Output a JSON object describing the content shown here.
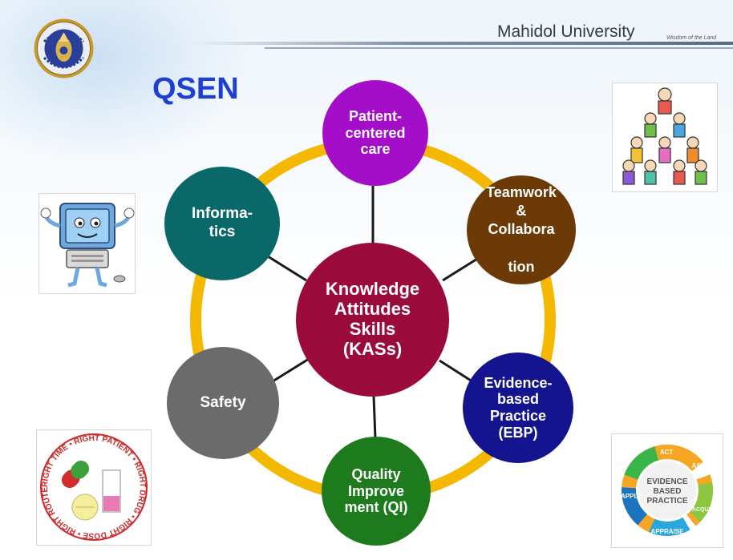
{
  "header": {
    "university": "Mahidol University",
    "tagline": "Wisdom of the Land"
  },
  "title": "QSEN",
  "diagram": {
    "center": "Knowledge\nAttitudes\nSkills\n(KASs)",
    "nodes": {
      "patient_centered_care": "Patient-\ncentered\ncare",
      "teamwork": "Teamwork\n&\nCollabora\n\ntion",
      "ebp": "Evidence-\nbased\nPractice\n(EBP)",
      "quality_improvement": "Quality\nImprove\nment (QI)",
      "safety": "Safety",
      "informatics": "Informa-\ntics"
    },
    "colors": {
      "center": "#9a0b3c",
      "patient_centered_care": "#a50ec9",
      "teamwork": "#6b3a07",
      "ebp": "#14148e",
      "quality_improvement": "#1d7a1d",
      "safety": "#6b6b6b",
      "informatics": "#0a6868",
      "ring": "#f5b800",
      "connector": "#1a1a1a"
    }
  },
  "clipart": {
    "ebp_cycle": {
      "center_label": "EVIDENCE\nBASED\nPRACTICE",
      "ask": "ASK",
      "acquire": "ACQUIRE",
      "appraise": "APPRAISE",
      "apply": "APPLY",
      "act": "ACT"
    },
    "medication": {
      "right_time": "RIGHT TIME",
      "right_patient": "RIGHT PATIENT",
      "right_drug": "RIGHT DRUG",
      "right_dose": "RIGHT DOSE",
      "right_route": "RIGHT ROUTE"
    }
  }
}
